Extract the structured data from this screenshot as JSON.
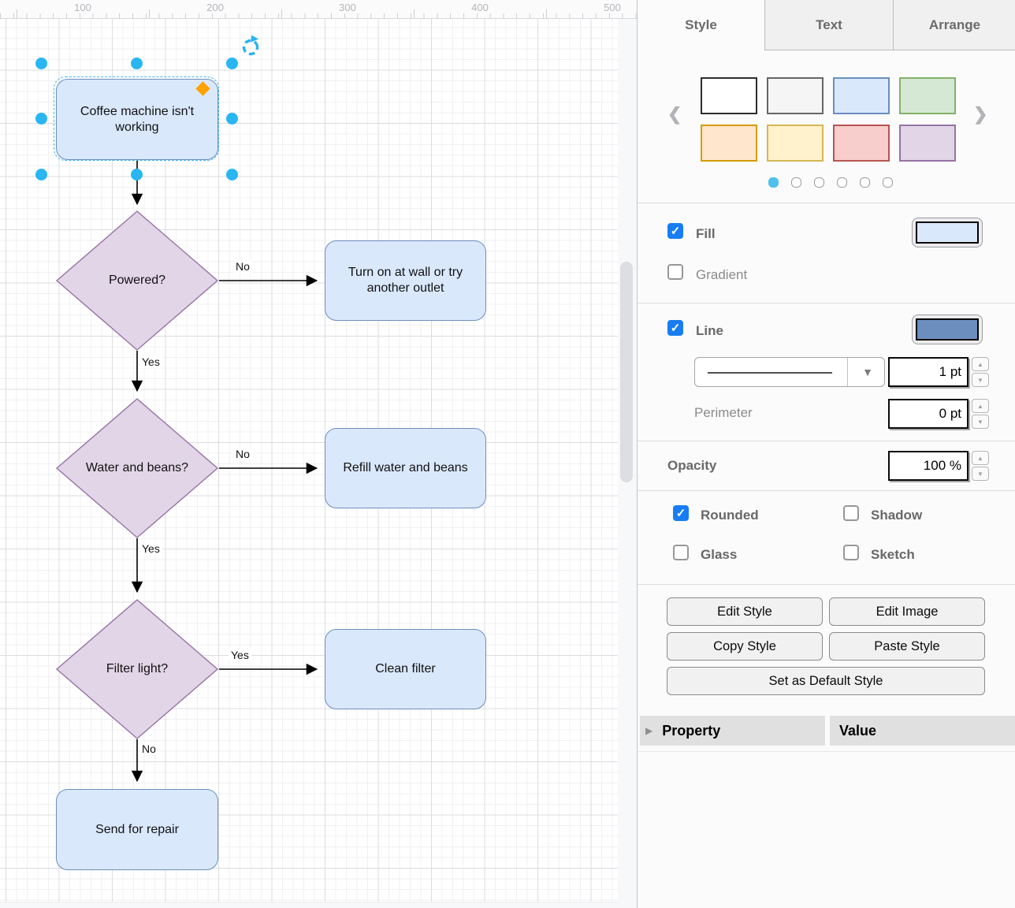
{
  "canvas": {
    "ruler": [
      "100",
      "200",
      "300",
      "400",
      "500"
    ],
    "nodes": [
      {
        "label": "Coffee machine isn't working"
      },
      {
        "label": "Powered?"
      },
      {
        "label": "Turn on at wall or try another outlet"
      },
      {
        "label": "Water and beans?"
      },
      {
        "label": "Refill water and beans"
      },
      {
        "label": "Filter light?"
      },
      {
        "label": "Clean filter"
      },
      {
        "label": "Send for repair"
      }
    ],
    "edges": [
      {
        "label": "No"
      },
      {
        "label": "Yes"
      },
      {
        "label": "No"
      },
      {
        "label": "Yes"
      },
      {
        "label": "Yes"
      },
      {
        "label": "No"
      }
    ],
    "colors": {
      "decision_fill": "#e1d5e7",
      "decision_stroke": "#9673a6",
      "action_fill": "#dae8fc",
      "action_stroke": "#6c8ebf",
      "selection": "#29b6f2",
      "edit_handle": "#ffa200"
    }
  },
  "panel": {
    "tabs": [
      {
        "label": "Style"
      },
      {
        "label": "Text"
      },
      {
        "label": "Arrange"
      }
    ],
    "swatch_styles": [
      "background:#ffffff;border-color:#2d2d2d",
      "background:#f5f5f5;border-color:#666666",
      "background:#dae8fc;border-color:#6c8ebf",
      "background:#d5e8d4;border-color:#82b366",
      "background:#ffe6cc;border-color:#d79b00",
      "background:#fff2cc;border-color:#d6b656",
      "background:#f8cecc;border-color:#b85450",
      "background:#e1d5e7;border-color:#9673a6"
    ],
    "fill": {
      "label": "Fill",
      "color": "#dae8fc"
    },
    "gradient": {
      "label": "Gradient"
    },
    "line": {
      "label": "Line",
      "color": "#6c8ebf",
      "width_value": "1 pt",
      "perimeter_label": "Perimeter",
      "perimeter_value": "0 pt"
    },
    "opacity": {
      "label": "Opacity",
      "value": "100 %"
    },
    "toggles": {
      "rounded": "Rounded",
      "shadow": "Shadow",
      "glass": "Glass",
      "sketch": "Sketch"
    },
    "buttons": {
      "edit_style": "Edit Style",
      "edit_image": "Edit Image",
      "copy_style": "Copy Style",
      "paste_style": "Paste Style",
      "set_default": "Set as Default Style"
    },
    "property_table": {
      "property": "Property",
      "value": "Value"
    }
  }
}
